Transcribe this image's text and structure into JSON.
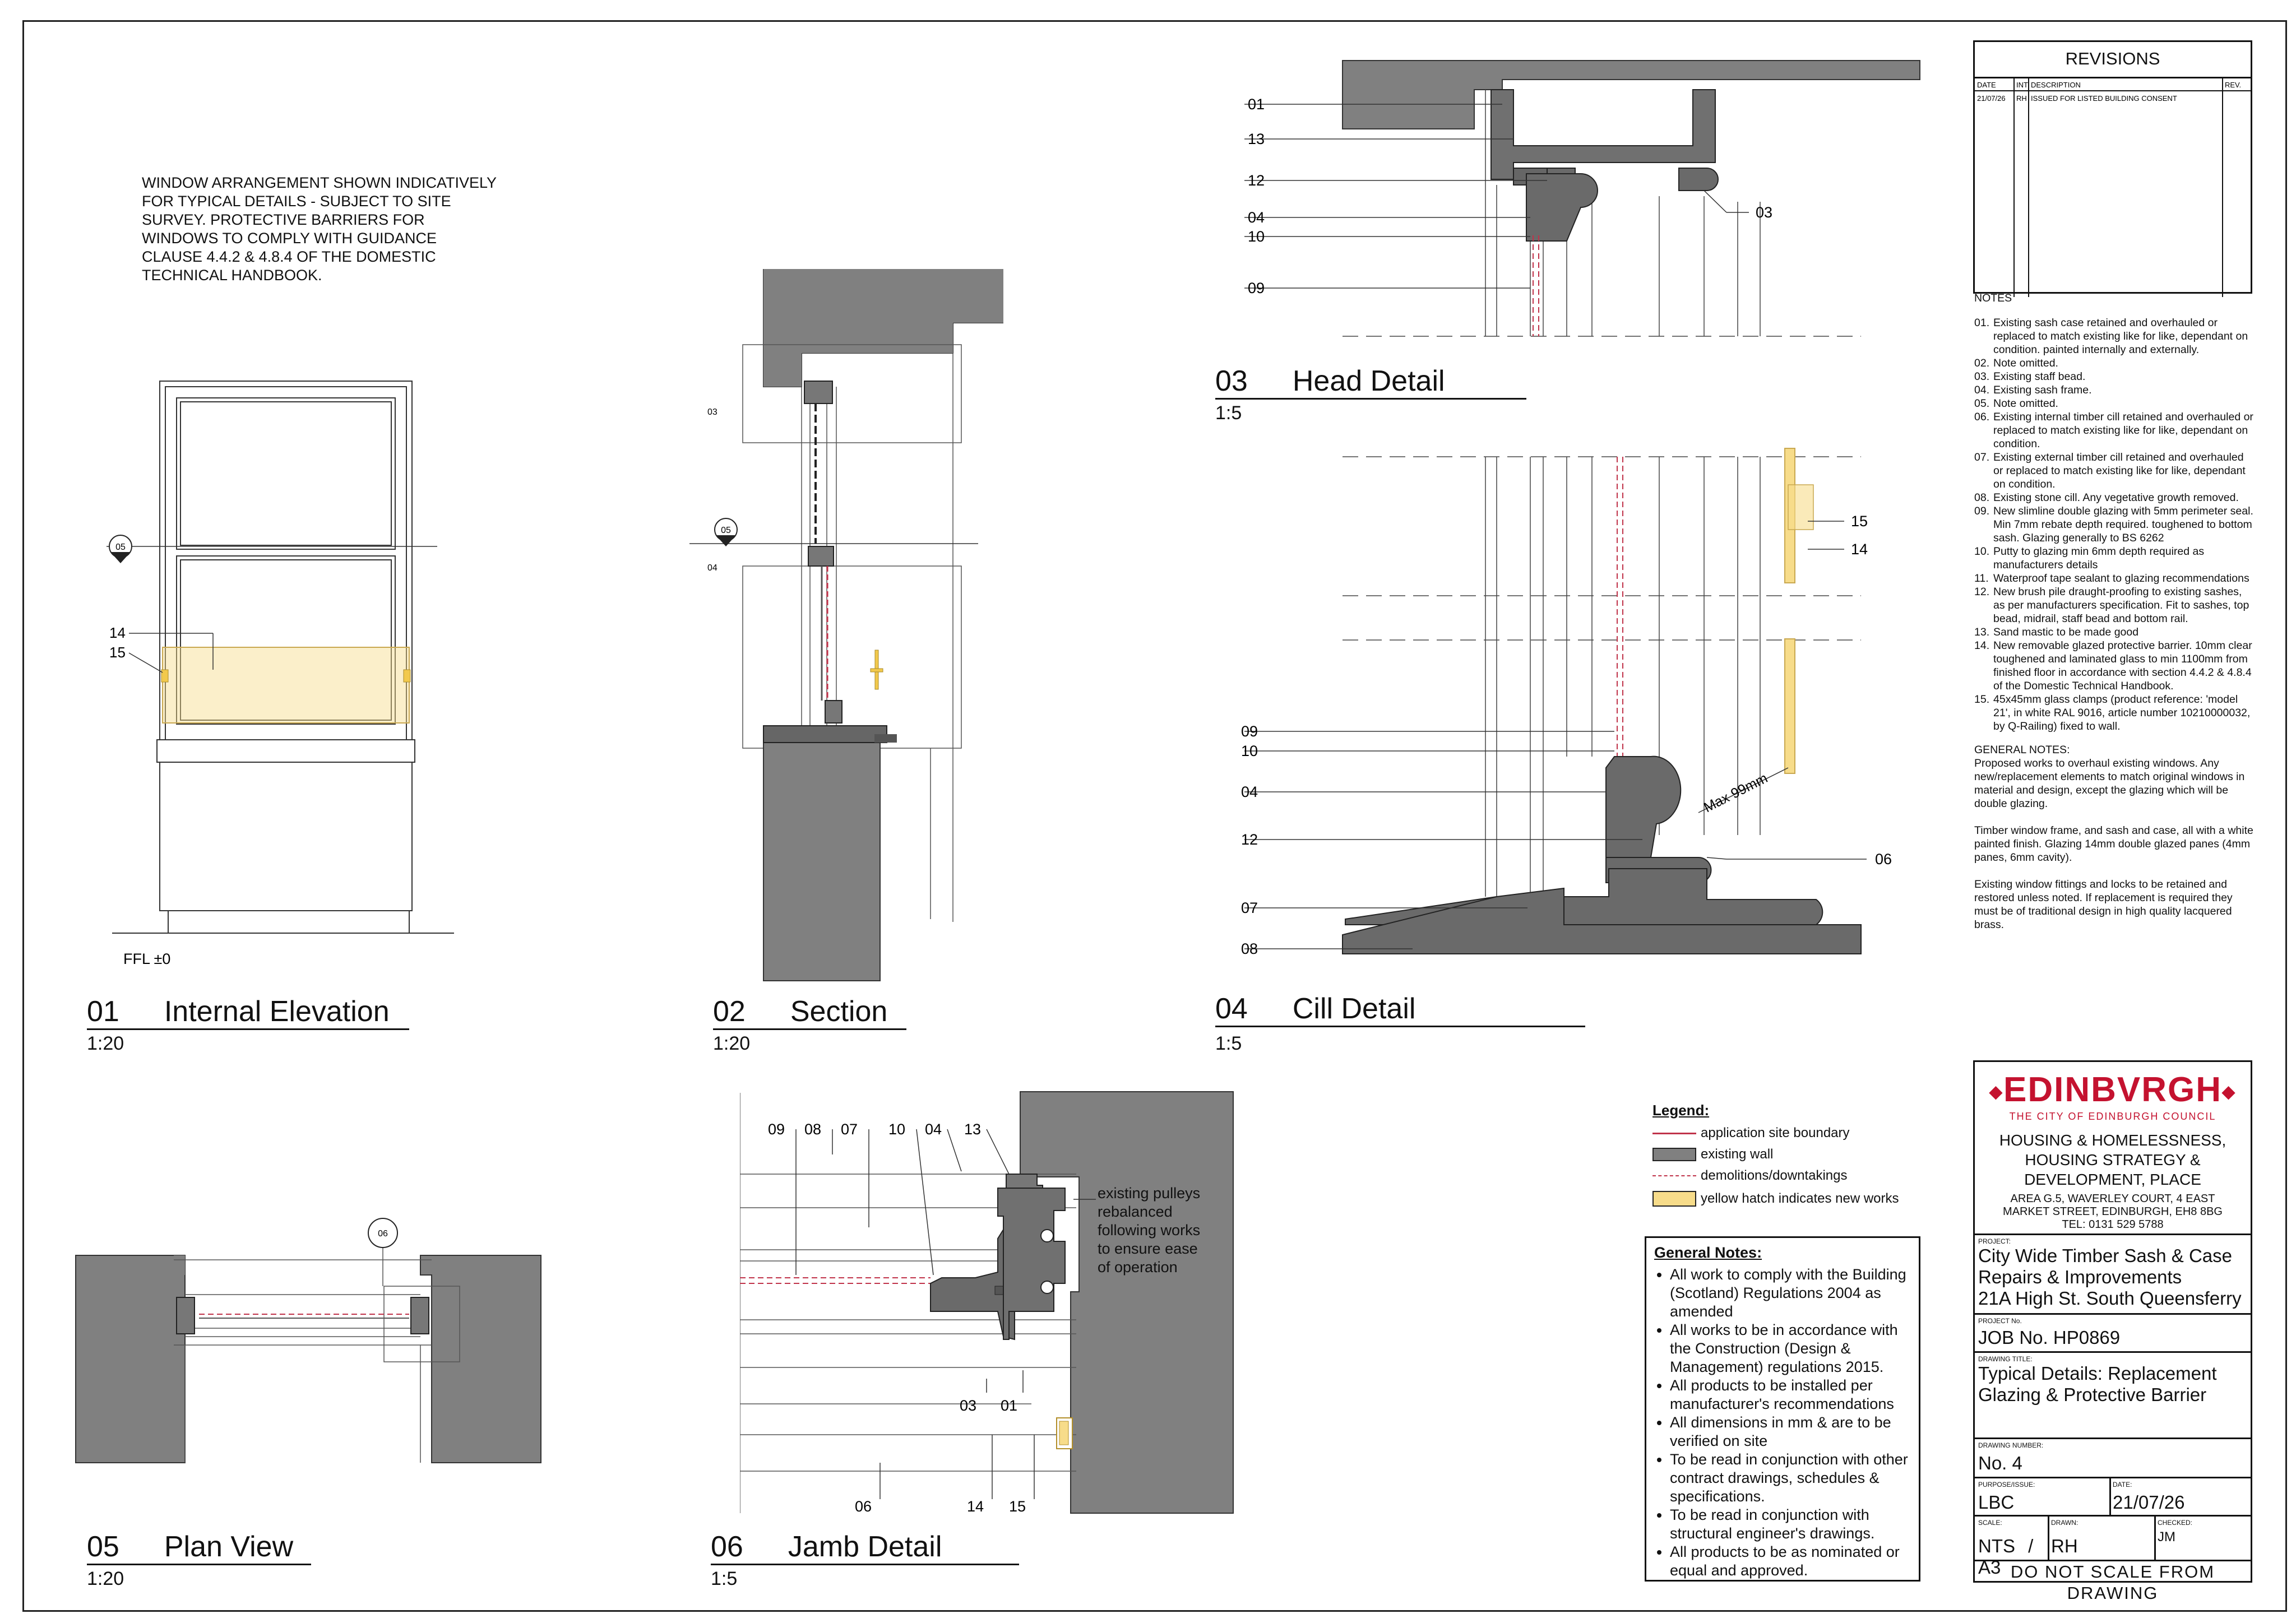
{
  "header_note": [
    "WINDOW ARRANGEMENT SHOWN INDICATIVELY",
    "FOR TYPICAL DETAILS - SUBJECT TO SITE",
    "SURVEY. PROTECTIVE BARRIERS FOR",
    "WINDOWS TO COMPLY WITH GUIDANCE",
    "CLAUSE 4.4.2 & 4.8.4 OF THE DOMESTIC",
    "TECHNICAL HANDBOOK."
  ],
  "views": {
    "v01": {
      "num": "01",
      "name": "Internal Elevation",
      "scale": "1:20",
      "ffl": "FFL ±0",
      "tags": [
        "14",
        "15"
      ],
      "marker": "05"
    },
    "v02": {
      "num": "02",
      "name": "Section",
      "scale": "1:20",
      "tags": [
        "03",
        "04"
      ],
      "marker": "05"
    },
    "v03": {
      "num": "03",
      "name": "Head Detail",
      "scale": "1:5",
      "tags_left": [
        "01",
        "13",
        "12",
        "04",
        "10",
        "09"
      ],
      "tags_right": [
        "03"
      ]
    },
    "v04": {
      "num": "04",
      "name": "Cill Detail",
      "scale": "1:5",
      "tags_left": [
        "09",
        "10",
        "04",
        "12",
        "07",
        "08"
      ],
      "tags_right": [
        "15",
        "14",
        "06"
      ],
      "dim": "Max 99mm"
    },
    "v05": {
      "num": "05",
      "name": "Plan View",
      "scale": "1:20",
      "marker": "06"
    },
    "v06": {
      "num": "06",
      "name": "Jamb Detail",
      "scale": "1:5",
      "tags_top": [
        "09",
        "08",
        "07",
        "10",
        "04",
        "13"
      ],
      "tags_bottom": [
        "03",
        "01",
        "06",
        "14",
        "15"
      ],
      "annotation": [
        "existing pulleys",
        "rebalanced",
        "following works",
        "to ensure ease",
        "of operation"
      ]
    }
  },
  "revisions": {
    "title": "REVISIONS",
    "headers": [
      "DATE",
      "INT",
      "DESCRIPTION",
      "REV."
    ],
    "rows": [
      [
        "21/07/26",
        "RH",
        "ISSUED FOR LISTED BUILDING CONSENT",
        ""
      ]
    ]
  },
  "notes": {
    "title": "NOTES",
    "items": [
      {
        "n": "01.",
        "t": "Existing sash case retained and overhauled or replaced to match existing like for like, dependant on condition. painted internally and externally."
      },
      {
        "n": "02.",
        "t": "Note omitted."
      },
      {
        "n": "03.",
        "t": "Existing staff bead."
      },
      {
        "n": "04.",
        "t": "Existing sash frame."
      },
      {
        "n": "05.",
        "t": "Note omitted."
      },
      {
        "n": "06.",
        "t": "Existing internal timber cill retained and overhauled or replaced to match existing like for like, dependant on condition."
      },
      {
        "n": "07.",
        "t": "Existing external timber cill retained and overhauled or replaced to match existing like for like, dependant on condition."
      },
      {
        "n": "08.",
        "t": "Existing stone cill. Any vegetative growth removed."
      },
      {
        "n": "09.",
        "t": "New slimline double glazing with 5mm perimeter seal. Min 7mm rebate depth required. toughened to bottom sash. Glazing generally to BS 6262"
      },
      {
        "n": "10.",
        "t": "Putty to glazing min 6mm depth required as manufacturers details"
      },
      {
        "n": "11.",
        "t": "Waterproof tape sealant to glazing recommendations"
      },
      {
        "n": "12.",
        "t": "New brush pile draught-proofing to existing sashes, as per manufacturers specification. Fit to sashes, top bead, midrail, staff bead and bottom rail."
      },
      {
        "n": "13.",
        "t": "Sand mastic to be made good"
      },
      {
        "n": "14.",
        "t": "New removable glazed protective barrier. 10mm clear toughened and laminated glass to min 1100mm from finished floor in accordance with section 4.4.2 & 4.8.4 of the Domestic Technical Handbook."
      },
      {
        "n": "15.",
        "t": "45x45mm glass clamps (product reference: 'model 21', in white RAL 9016, article number 10210000032, by Q-Railing) fixed to wall."
      }
    ],
    "general_title": "GENERAL NOTES:",
    "general": [
      "Proposed works to overhaul existing windows. Any new/replacement elements to match original windows in material and design, except the glazing which will be double glazing.",
      "Timber window frame, and sash and case, all with a white painted finish. Glazing 14mm double glazed panes (4mm panes, 6mm cavity).",
      "Existing window fittings and locks to be retained and restored unless noted. If replacement is required they must be of traditional design in high quality lacquered brass."
    ]
  },
  "legend": {
    "title": "Legend:",
    "items": [
      "application site boundary",
      "existing wall",
      "demolitions/downtakings",
      "yellow hatch indicates new works"
    ]
  },
  "general_notes": {
    "title": "General Notes:",
    "items": [
      "All work to comply with the Building (Scotland) Regulations 2004 as amended",
      "All works to be in accordance with the Construction (Design & Management) regulations 2015.",
      "All products to be installed per manufacturer's recommendations",
      "All dimensions in mm & are to be verified on site",
      "To be read in conjunction with other contract drawings, schedules & specifications.",
      "To be read in conjunction with structural engineer's drawings.",
      "All products to be as nominated or equal and approved."
    ]
  },
  "title_block": {
    "logo": "EDINBVRGH",
    "council": "THE CITY OF EDINBURGH COUNCIL",
    "dept": [
      "HOUSING & HOMELESSNESS,",
      "HOUSING STRATEGY &",
      "DEVELOPMENT, PLACE"
    ],
    "address": [
      "AREA G.5, WAVERLEY COURT, 4 EAST",
      "MARKET STREET, EDINBURGH, EH8 8BG",
      "TEL: 0131 529 5788"
    ],
    "project_label": "PROJECT:",
    "project": [
      "City Wide Timber Sash & Case",
      "Repairs & Improvements",
      "21A High St. South Queensferry"
    ],
    "project_no_label": "PROJECT No.",
    "project_no": "JOB No. HP0869",
    "drawing_title_label": "DRAWING TITLE:",
    "drawing_title": [
      "Typical Details: Replacement",
      "Glazing & Protective Barrier"
    ],
    "drawing_number_label": "DRAWING NUMBER:",
    "drawing_number": "No. 4",
    "purpose_label": "PURPOSE/ISSUE:",
    "purpose": "LBC",
    "date_label": "DATE:",
    "date": "21/07/26",
    "scale_label": "SCALE:",
    "scale": "NTS",
    "paper": "/ A3",
    "drawn_label": "DRAWN:",
    "drawn": "RH",
    "checked_label": "CHECKED:",
    "checked": "JM",
    "footer": "DO NOT SCALE FROM DRAWING"
  },
  "colors": {
    "wall": "#808080",
    "yellow": "#f7dc8a",
    "boundary": "#c0334a",
    "red": "#c4122f"
  }
}
